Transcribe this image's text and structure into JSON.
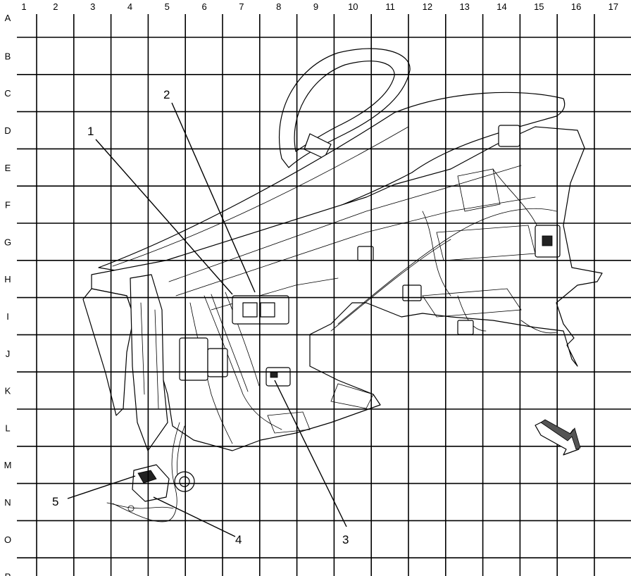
{
  "grid": {
    "columns": [
      "1",
      "2",
      "3",
      "4",
      "5",
      "6",
      "7",
      "8",
      "9",
      "10",
      "11",
      "12",
      "13",
      "14",
      "15",
      "16",
      "17"
    ],
    "rows": [
      "A",
      "B",
      "C",
      "D",
      "E",
      "F",
      "G",
      "H",
      "I",
      "J",
      "K",
      "L",
      "M",
      "N",
      "O",
      "P"
    ]
  },
  "callouts": [
    {
      "id": "1",
      "label": "1"
    },
    {
      "id": "2",
      "label": "2"
    },
    {
      "id": "3",
      "label": "3"
    },
    {
      "id": "4",
      "label": "4"
    },
    {
      "id": "5",
      "label": "5"
    }
  ],
  "icons": {
    "direction_arrow": "forward-direction-arrow-icon"
  }
}
